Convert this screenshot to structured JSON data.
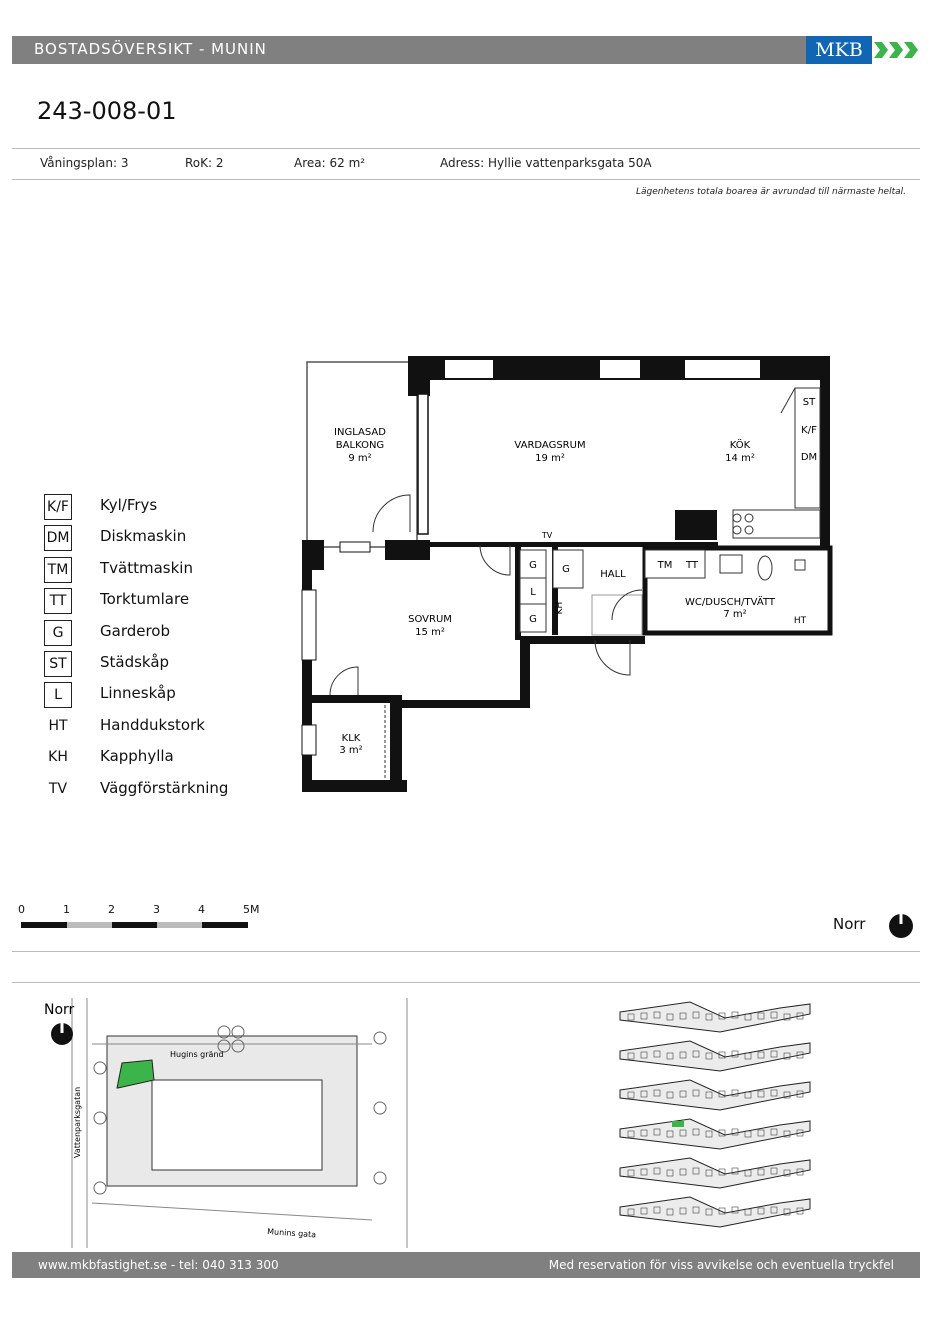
{
  "header": {
    "title": "BOSTADSÖVERSIKT - MUNIN",
    "logo_text": "MKB",
    "brand_color": "#1166b3"
  },
  "apartment": {
    "id": "243-008-01",
    "floor_label": "Våningsplan: 3",
    "rok_label": "RoK: 2",
    "area_label": "Area:",
    "area_value": "62 m²",
    "address_label": "Adress: Hyllie vattenparksgata 50A",
    "note": "Lägenhetens totala boarea är avrundad till närmaste heltal."
  },
  "rooms": {
    "balkong_1": "INGLASAD",
    "balkong_2": "BALKONG",
    "balkong_area": "9 m²",
    "vardagsrum": "VARDAGSRUM",
    "vardagsrum_area": "19 m²",
    "kok": "KÖK",
    "kok_area": "14 m²",
    "sovrum": "SOVRUM",
    "sovrum_area": "15 m²",
    "hall": "HALL",
    "wc": "WC/DUSCH/TVÄTT",
    "wc_area": "7 m²",
    "klk": "KLK",
    "klk_area": "3 m²",
    "tags": {
      "st": "ST",
      "kf": "K/F",
      "dm": "DM",
      "tv": "TV",
      "g": "G",
      "l": "L",
      "kh": "KH",
      "tm": "TM",
      "tt": "TT",
      "ht": "HT"
    }
  },
  "legend": [
    {
      "code": "K/F",
      "label": "Kyl/Frys",
      "boxed": true
    },
    {
      "code": "DM",
      "label": "Diskmaskin",
      "boxed": true
    },
    {
      "code": "TM",
      "label": "Tvättmaskin",
      "boxed": true
    },
    {
      "code": "TT",
      "label": "Torktumlare",
      "boxed": true
    },
    {
      "code": "G",
      "label": "Garderob",
      "boxed": true
    },
    {
      "code": "ST",
      "label": "Städskåp",
      "boxed": true
    },
    {
      "code": "L",
      "label": "Linneskåp",
      "boxed": true
    },
    {
      "code": "HT",
      "label": "Handdukstork",
      "boxed": false
    },
    {
      "code": "KH",
      "label": "Kapphylla",
      "boxed": false
    },
    {
      "code": "TV",
      "label": "Väggförstärkning",
      "boxed": false
    }
  ],
  "scale": {
    "ticks": [
      "0",
      "1",
      "2",
      "3",
      "4",
      "5M"
    ]
  },
  "north_label": "Norr",
  "site_plan": {
    "north_label": "Norr",
    "street_1": "Hugins gränd",
    "street_2": "Vattenparksgatan",
    "street_3": "Munins gata",
    "highlight_color": "#3bb54a"
  },
  "footer": {
    "left": "www.mkbfastighet.se - tel: 040 313 300",
    "right": "Med reservation för viss avvikelse och eventuella tryckfel"
  }
}
